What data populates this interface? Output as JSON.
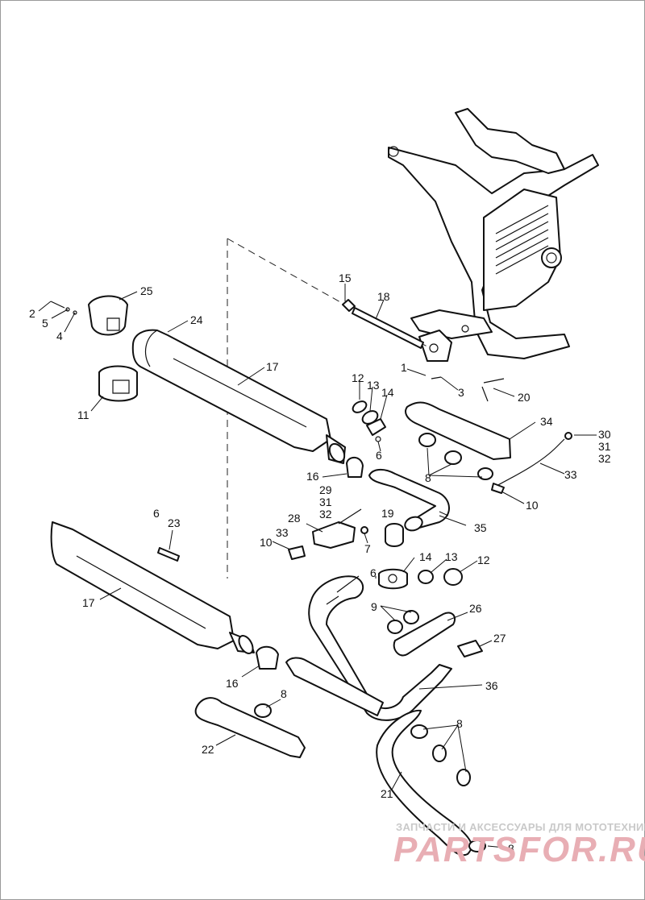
{
  "diagram": {
    "callouts": {
      "n1": "1",
      "n2": "2",
      "n3": "3",
      "n4": "4",
      "n5": "5",
      "n6a": "6",
      "n6b": "6",
      "n6c": "6",
      "n7": "7",
      "n8a": "8",
      "n8b": "8",
      "n8c": "8",
      "n8d": "8",
      "n9": "9",
      "n10a": "10",
      "n10b": "10",
      "n11": "11",
      "n12a": "12",
      "n12b": "12",
      "n13a": "13",
      "n13b": "13",
      "n14a": "14",
      "n14b": "14",
      "n15": "15",
      "n16a": "16",
      "n16b": "16",
      "n17a": "17",
      "n17b": "17",
      "n18": "18",
      "n19": "19",
      "n20": "20",
      "n21": "21",
      "n22": "22",
      "n23": "23",
      "n24": "24",
      "n25": "25",
      "n26": "26",
      "n27": "27",
      "n28": "28",
      "n29": "29",
      "n30": "30",
      "n31a": "31",
      "n31b": "31",
      "n32a": "32",
      "n32b": "32",
      "n33a": "33",
      "n33b": "33",
      "n34": "34",
      "n35": "35",
      "n36": "36"
    },
    "watermark": {
      "tagline": "ЗАПЧАСТИ И АКСЕССУАРЫ ДЛЯ МОТОТЕХНИКИ",
      "logo": "PARTSFOR.RU"
    }
  }
}
